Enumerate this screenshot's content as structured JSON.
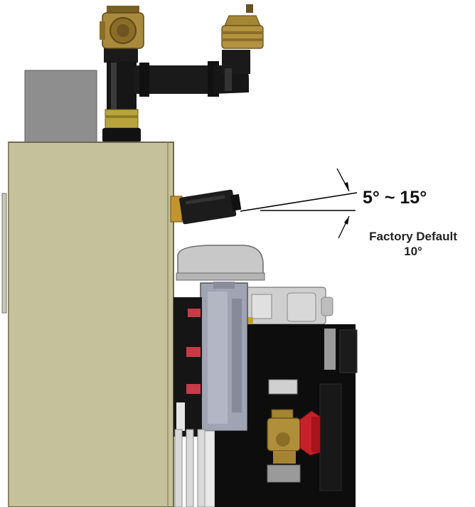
{
  "annotation": {
    "angle_range": "5° ~ 15°",
    "default_caption": "Factory Default",
    "default_value": "10°"
  },
  "colors": {
    "cabinet": "#c5c19a",
    "pipe": "#1a1a1a",
    "brass": "#a98a3c",
    "valve_handle": "#c8202a",
    "gray_box": "#8e8e8e",
    "housing": "#0d0d0d"
  }
}
